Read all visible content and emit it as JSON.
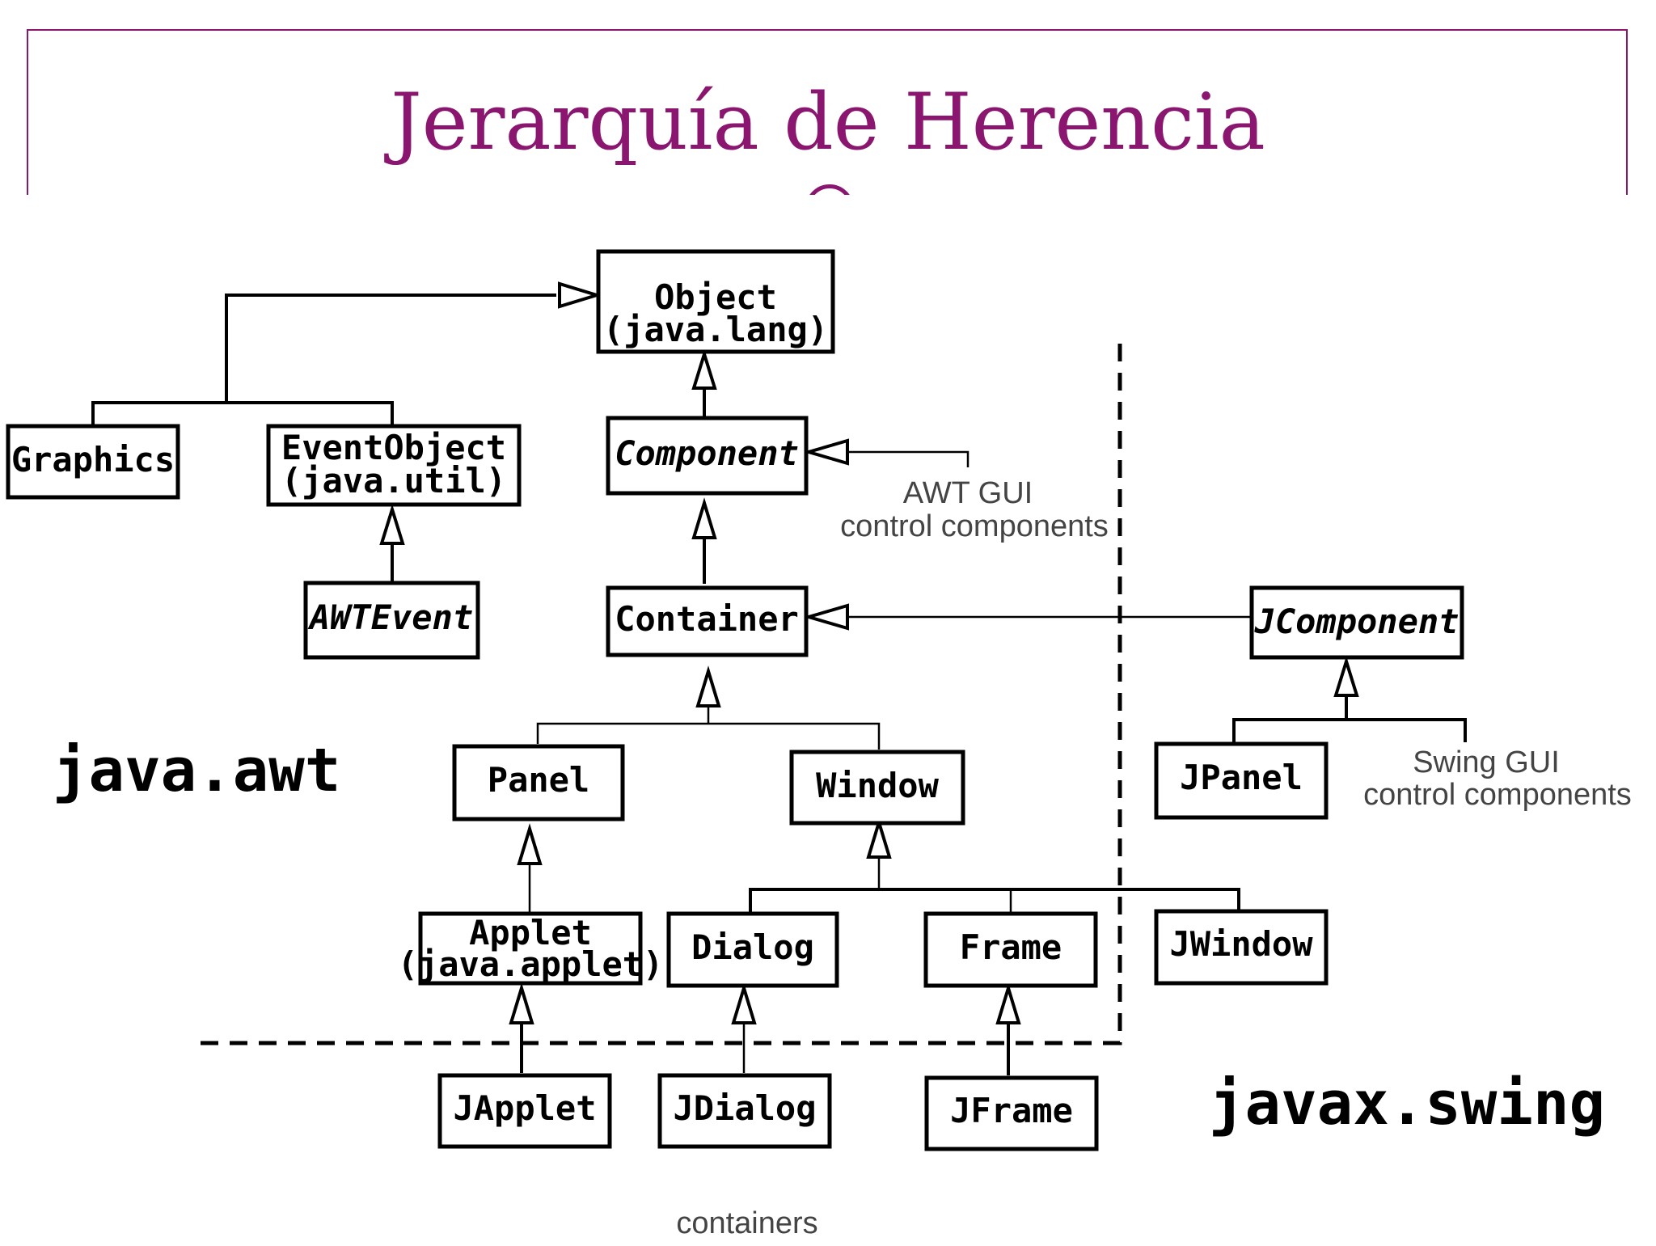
{
  "slide": {
    "title": "Jerarquía de Herencia",
    "accent_color": "#8a1670"
  },
  "diagram": {
    "nodes": {
      "object": [
        "Object",
        "(java.lang)"
      ],
      "graphics": "Graphics",
      "eventobject": [
        "EventObject",
        "(java.util)"
      ],
      "component": "Component",
      "awtevent": "AWTEvent",
      "container": "Container",
      "jcomponent": "JComponent",
      "panel": "Panel",
      "window": "Window",
      "jpanel": "JPanel",
      "applet": [
        "Applet",
        "(java.applet)"
      ],
      "dialog": "Dialog",
      "frame": "Frame",
      "jwindow": "JWindow",
      "japplet": "JApplet",
      "jdialog": "JDialog",
      "jframe": "JFrame"
    },
    "packages": {
      "awt": "java.awt",
      "swing": "javax.swing"
    },
    "notes": {
      "awt_gui": [
        "AWT GUI",
        "control components"
      ],
      "swing_gui": [
        "Swing GUI",
        "control components"
      ],
      "containers": "containers"
    }
  }
}
